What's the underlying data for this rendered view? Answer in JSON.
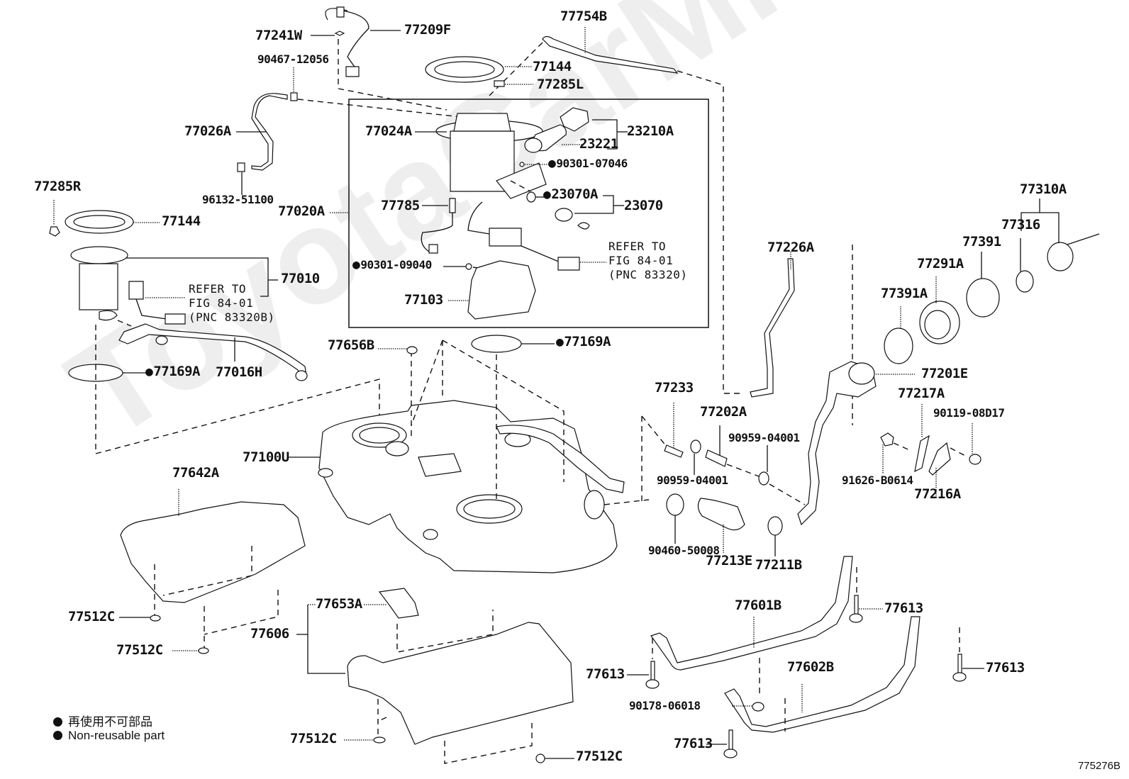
{
  "watermark": "ToyotaCarMine.ru",
  "figure_id": "775276B",
  "legend": {
    "items": [
      {
        "symbol": "filled-circle",
        "text": "再使用不可部品"
      },
      {
        "symbol": "filled-circle",
        "text": "Non-reusable part"
      }
    ]
  },
  "labels": {
    "p77241W": "77241W",
    "p77209F": "77209F",
    "p90467": "90467-12056",
    "p77754B": "77754B",
    "p77144_top": "77144",
    "p77285L": "77285L",
    "p77026A": "77026A",
    "p77024A": "77024A",
    "p23221": "23221",
    "p23210A": "23210A",
    "p90301_07046": "90301-07046",
    "p96132": "96132-51100",
    "p77285R": "77285R",
    "p77020A": "77020A",
    "p23070A": "23070A",
    "p23070": "23070",
    "p77785": "77785",
    "p77144_left": "77144",
    "p77010": "77010",
    "p90301_09040": "90301-09040",
    "p77103": "77103",
    "p77226A": "77226A",
    "p77310A": "77310A",
    "p77316": "77316",
    "p77391": "77391",
    "p77291A": "77291A",
    "p77391A": "77391A",
    "p77201E": "77201E",
    "p77016H": "77016H",
    "p77169A_left": "77169A",
    "p77656B": "77656B",
    "p77169A_mid": "77169A",
    "p77233": "77233",
    "p77202A": "77202A",
    "p90959_a": "90959-04001",
    "p90959_b": "90959-04001",
    "p77217A": "77217A",
    "p90119": "90119-08D17",
    "p91626": "91626-B0614",
    "p77216A": "77216A",
    "p77100U": "77100U",
    "p77642A": "77642A",
    "p90460": "90460-50008",
    "p77213E": "77213E",
    "p77211B": "77211B",
    "p77512C_1": "77512C",
    "p77512C_2": "77512C",
    "p77653A": "77653A",
    "p77606": "77606",
    "p77601B": "77601B",
    "p77613_1": "77613",
    "p77613_2": "77613",
    "p77613_3": "77613",
    "p77613_4": "77613",
    "p77602B": "77602B",
    "p90178": "90178-06018",
    "p77512C_3": "77512C",
    "p77512C_4": "77512C"
  },
  "notes": {
    "refer_pump": "REFER TO\nFIG 84-01\n(PNC 83320)",
    "refer_sender": "REFER TO\nFIG 84-01\n(PNC 83320B)"
  },
  "non_reusable_parts": [
    "90301-07046",
    "23070A",
    "90301-09040",
    "77169A"
  ]
}
